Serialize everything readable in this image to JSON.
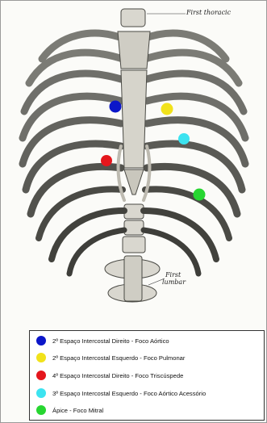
{
  "figure": {
    "labels": {
      "first_thoracic": "First thoracic",
      "first_lumbar_line1": "First",
      "first_lumbar_line2": "lumbar"
    },
    "bone_color": "#6f6f6a",
    "dark_bone_color": "#3e3e3a",
    "markers": [
      {
        "name": "aortic-focus-marker",
        "color": "#0b16c9"
      },
      {
        "name": "pulmonary-focus-marker",
        "color": "#f1e21b"
      },
      {
        "name": "accessory-aortic-focus-marker",
        "color": "#3ce3f0"
      },
      {
        "name": "tricuspid-focus-marker",
        "color": "#e4161c"
      },
      {
        "name": "mitral-focus-marker",
        "color": "#27d631"
      }
    ]
  },
  "legend": {
    "items": [
      {
        "label": "2º Espaço Intercostal Direito - Foco Aórtico",
        "color": "#0b16c9"
      },
      {
        "label": "2º Espaço Intercostal Esquerdo - Foco Pulmonar",
        "color": "#f1e21b"
      },
      {
        "label": "4º Espaço Intercostal Direito - Foco Triscúspede",
        "color": "#e4161c"
      },
      {
        "label": "3º Espaço Intercostal Esquerdo - Foco Aórtico Acessório",
        "color": "#3ce3f0"
      },
      {
        "label": "Ápice - Foco Mitral",
        "color": "#27d631"
      }
    ]
  }
}
